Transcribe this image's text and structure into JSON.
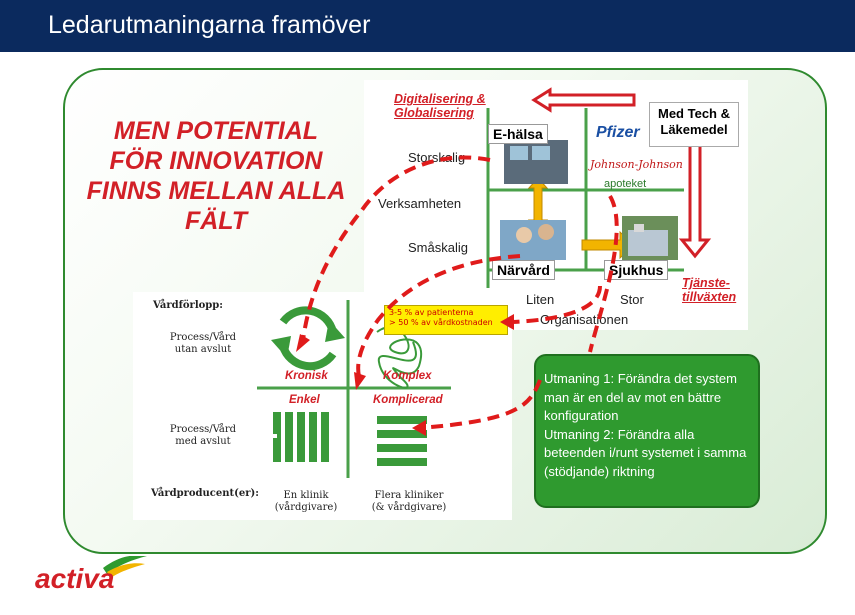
{
  "slide": {
    "title": "Ledarutmaningarna framöver",
    "headline": "MEN POTENTIAL FÖR INNOVATION FINNS MELLAN ALLA FÄLT",
    "colors": {
      "title_bar": "#0b2a5e",
      "accent_red": "#d22027",
      "green": "#2f9a2f"
    }
  },
  "matrix": {
    "digital": "Digitalisering & Globalisering",
    "storskalig": "Storskalig",
    "verksamheten": "Verksamheten",
    "smaskalig": "Småskalig",
    "ehalsa": "E-hälsa",
    "medtech": "Med Tech & Läkemedel",
    "pfizer": "Pfizer",
    "jnj": "Johnson-Johnson",
    "apoteket": "apoteket",
    "narvard": "Närvård",
    "sjukhus": "Sjukhus",
    "liten": "Liten",
    "stor": "Stor",
    "organisationen": "Organisationen",
    "tjanste": "Tjänste-tillväxten"
  },
  "vardforlopp": {
    "header": "Vårdförlopp:",
    "process_utan": "Process/Vård utan avslut",
    "process_med": "Process/Vård med avslut",
    "producent": "Vårdproducent(er):",
    "kronisk": "Kronisk",
    "komplex": "Komplex",
    "enkel": "Enkel",
    "komplicerad": "Komplicerad",
    "en_klinik": "En klinik (vårdgivare)",
    "flera_kliniker": "Flera kliniker (& vårdgivare)",
    "note_line1": "3-5 % av patienterna",
    "note_line2": "> 50 % av vårdkostnaden"
  },
  "challenge": {
    "line1": "Utmaning 1: Förändra det system man är en del av mot en bättre konfiguration",
    "line2": "Utmaning 2: Förändra alla beteenden i/runt systemet i samma (stödjande) riktning"
  },
  "logo": {
    "text": "activa"
  }
}
